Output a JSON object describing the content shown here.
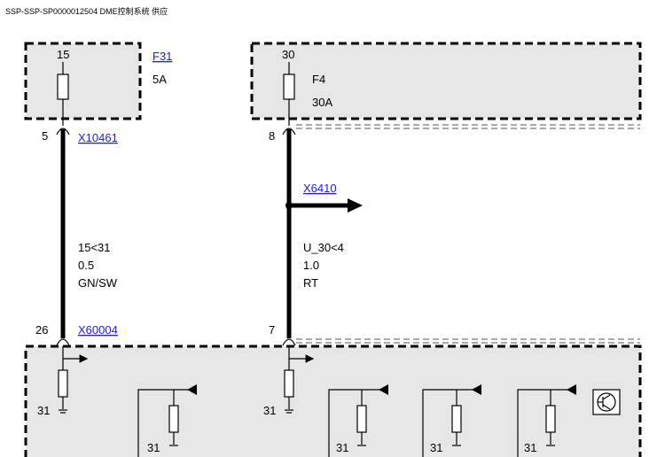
{
  "header": {
    "title": "SSP-SSP-SP0000012504 DME控制系统 供应"
  },
  "fuse_left": {
    "terminal": "15",
    "name": "F31",
    "rating": "5A"
  },
  "fuse_right": {
    "terminal": "30",
    "name": "F4",
    "rating": "30A"
  },
  "wire_left": {
    "top_pin": "5",
    "top_connector": "X10461",
    "signal": "15<31",
    "gauge": "0.5",
    "color": "GN/SW",
    "bottom_pin": "26",
    "bottom_connector": "X60004"
  },
  "wire_right": {
    "top_pin": "8",
    "branch_connector": "X6410",
    "signal": "U_30<4",
    "gauge": "1.0",
    "color": "RT",
    "bottom_pin": "7"
  },
  "grounds": [
    "31",
    "31",
    "31",
    "31",
    "31",
    "31"
  ]
}
